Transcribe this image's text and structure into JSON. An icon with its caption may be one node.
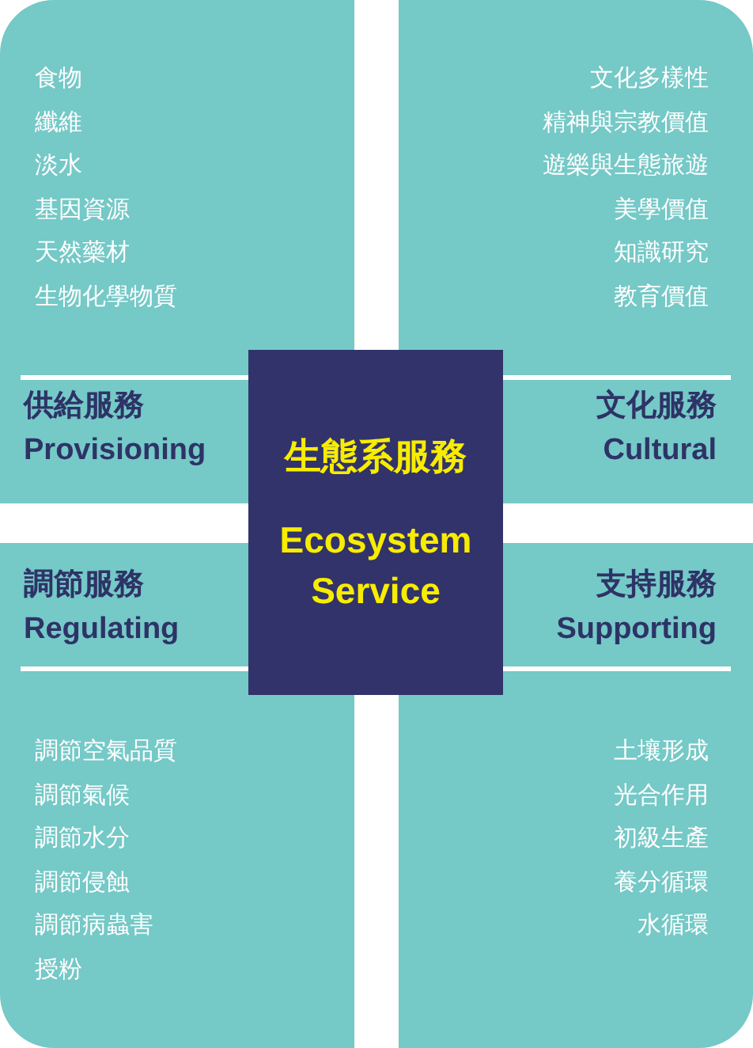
{
  "diagram": {
    "nodes": [
      {
        "text": [
          "食物",
          "纖維",
          "淡水",
          "基因資源",
          "天然藥材",
          "生物化學物質",
          "供給服務",
          "Provisioning"
        ]
      },
      {
        "text": [
          "文化多樣性",
          "精神與宗教價值",
          "遊樂與生態旅遊",
          "美學價值",
          "知識研究",
          "教育價值",
          "文化服務",
          "Cultural"
        ]
      },
      {
        "text": [
          "生態系服務",
          "Ecosystem Service"
        ]
      },
      {
        "text": [
          "調節服務",
          "Regulating",
          "調節空氣品質",
          "調節氣候",
          "調節水分",
          "調節侵蝕",
          "調節病蟲害",
          "授粉"
        ]
      },
      {
        "text": [
          "支持服務",
          "Supporting",
          "土壤形成",
          "光合作用",
          "初級生產",
          "養分循環",
          "水循環"
        ]
      }
    ]
  }
}
